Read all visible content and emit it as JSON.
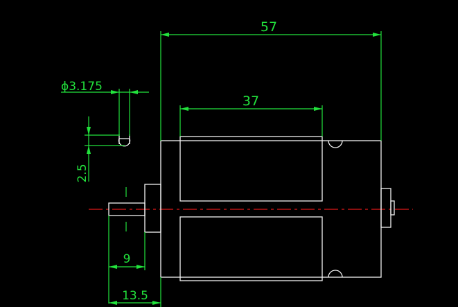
{
  "drawing": {
    "dimensions": {
      "overall_length": "57",
      "body_length": "37",
      "shaft_diameter": "ϕ3.175",
      "shaft_flat": "2.5",
      "shaft_length": "9",
      "shaft_to_body": "13.5"
    },
    "colors": {
      "background": "#000000",
      "dimension": "#22e23c",
      "outline": "#f2f2f2",
      "centerline": "#e01818"
    }
  }
}
